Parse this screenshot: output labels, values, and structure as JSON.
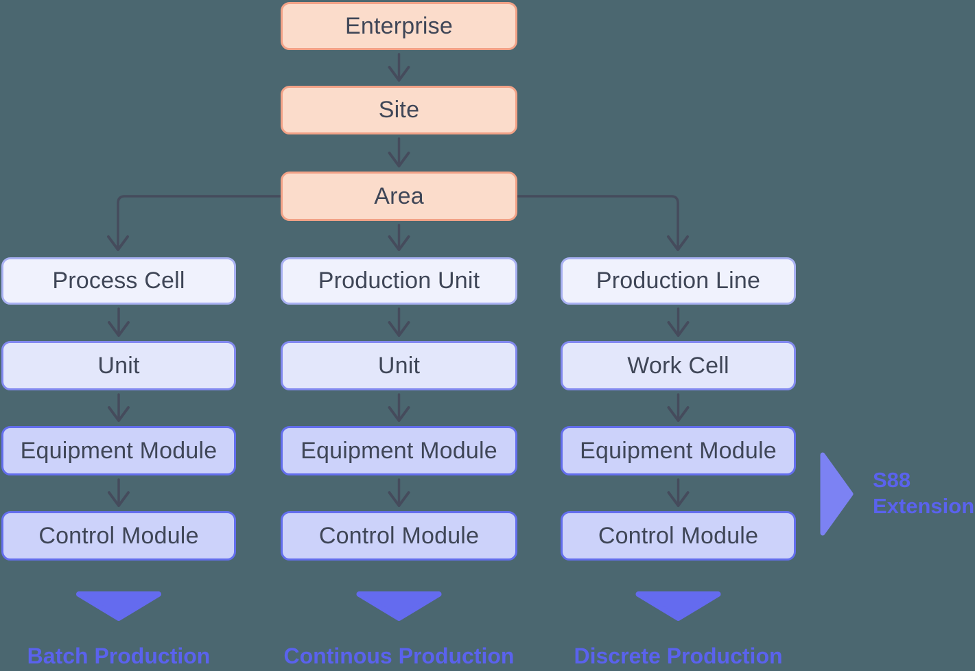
{
  "diagram": {
    "title_hint": "Equipment hierarchy",
    "top_chain": [
      {
        "label": "Enterprise"
      },
      {
        "label": "Site"
      },
      {
        "label": "Area"
      }
    ],
    "columns": [
      {
        "levels": [
          {
            "label": "Process Cell"
          },
          {
            "label": "Unit"
          },
          {
            "label": "Equipment Module"
          },
          {
            "label": "Control Module"
          }
        ],
        "production_label": "Batch Production"
      },
      {
        "levels": [
          {
            "label": "Production Unit"
          },
          {
            "label": "Unit"
          },
          {
            "label": "Equipment Module"
          },
          {
            "label": "Control Module"
          }
        ],
        "production_label": "Continous Production"
      },
      {
        "levels": [
          {
            "label": "Production Line"
          },
          {
            "label": "Work Cell"
          },
          {
            "label": "Equipment Module"
          },
          {
            "label": "Control Module"
          }
        ],
        "production_label": "Discrete Production"
      }
    ],
    "annotation": {
      "line1": "S88",
      "line2": "Extension"
    }
  },
  "colors": {
    "background": "#4B6770",
    "tier_top_fill": "#FBDCCB",
    "tier_top_border": "#F2A287",
    "tier1_fill": "#F0F2FD",
    "tier1_border": "#A9B1F2",
    "tier2_fill": "#E3E7FB",
    "tier2_border": "#8289EF",
    "tier3_fill": "#CCD2FA",
    "tier3_border": "#636EED",
    "connector": "#454B5C",
    "down_triangle": "#646BEF",
    "annotation_triangle": "#7C82F3",
    "accent_text": "#5A62ED",
    "box_text": "#3F4657"
  }
}
